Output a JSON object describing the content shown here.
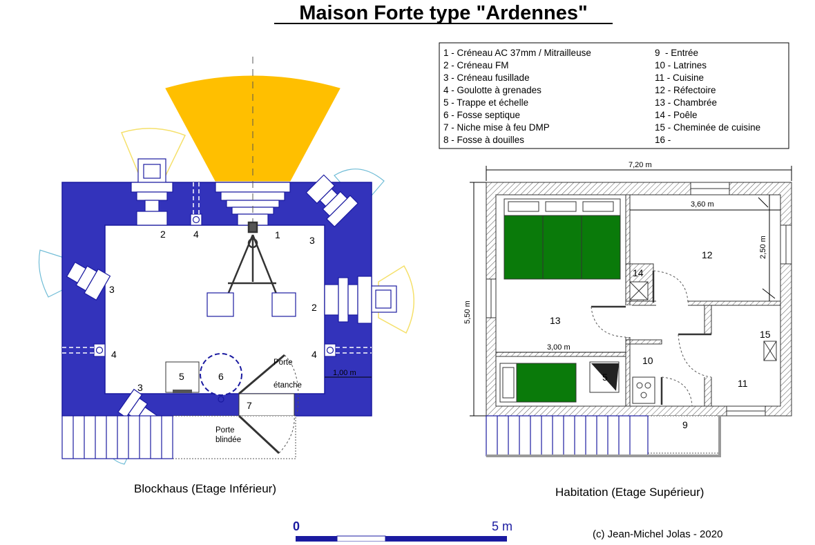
{
  "title": "Maison Forte type \"Ardennes\"",
  "legend": {
    "left": [
      "1 - Créneau AC 37mm / Mitrailleuse",
      "2 - Créneau FM",
      "3 - Créneau fusillade",
      "4 - Goulotte à grenades",
      "5 - Trappe et échelle",
      "6 - Fosse septique",
      "7 - Niche mise à feu DMP",
      "8 - Fosse à douilles"
    ],
    "right": [
      "9  - Entrée",
      "10 - Latrines",
      "11 - Cuisine",
      "12 - Réfectoire",
      "13 - Chambrée",
      "14 - Poêle",
      "15 - Cheminée de cuisine",
      "16 -"
    ]
  },
  "blockhaus": {
    "caption": "Blockhaus (Etage Inférieur)",
    "labels": {
      "n1": "1",
      "n2": "2",
      "n2b": "2",
      "n3a": "3",
      "n3b": "3",
      "n3c": "3",
      "n4a": "4",
      "n4b": "4",
      "n4c": "4",
      "n5": "5",
      "n6": "6",
      "n7": "7"
    },
    "door_watertight": [
      "Porte",
      "étanche"
    ],
    "door_armored": [
      "Porte",
      "blindée"
    ],
    "dim_wall": "1,00 m"
  },
  "habitation": {
    "caption": "Habitation (Etage Supérieur)",
    "dims": {
      "width": "7,20 m",
      "height": "5,50 m",
      "room12_w": "3,60 m",
      "room12_h": "2,50 m",
      "room13_w": "3,00 m"
    },
    "rooms": {
      "r12": "12",
      "r13": "13",
      "r14": "14",
      "r15": "15",
      "r10": "10",
      "r11": "11",
      "r5": "5",
      "r9": "9"
    }
  },
  "scale": {
    "zero": "0",
    "five": "5 m"
  },
  "copyright": "(c) Jean-Michel Jolas - 2020",
  "colors": {
    "wall": "#3333bb",
    "outline": "#1a1aa0",
    "fire": "#ffbf00",
    "bed": "#0a7a0a",
    "text_blue": "#1a1aa0"
  }
}
